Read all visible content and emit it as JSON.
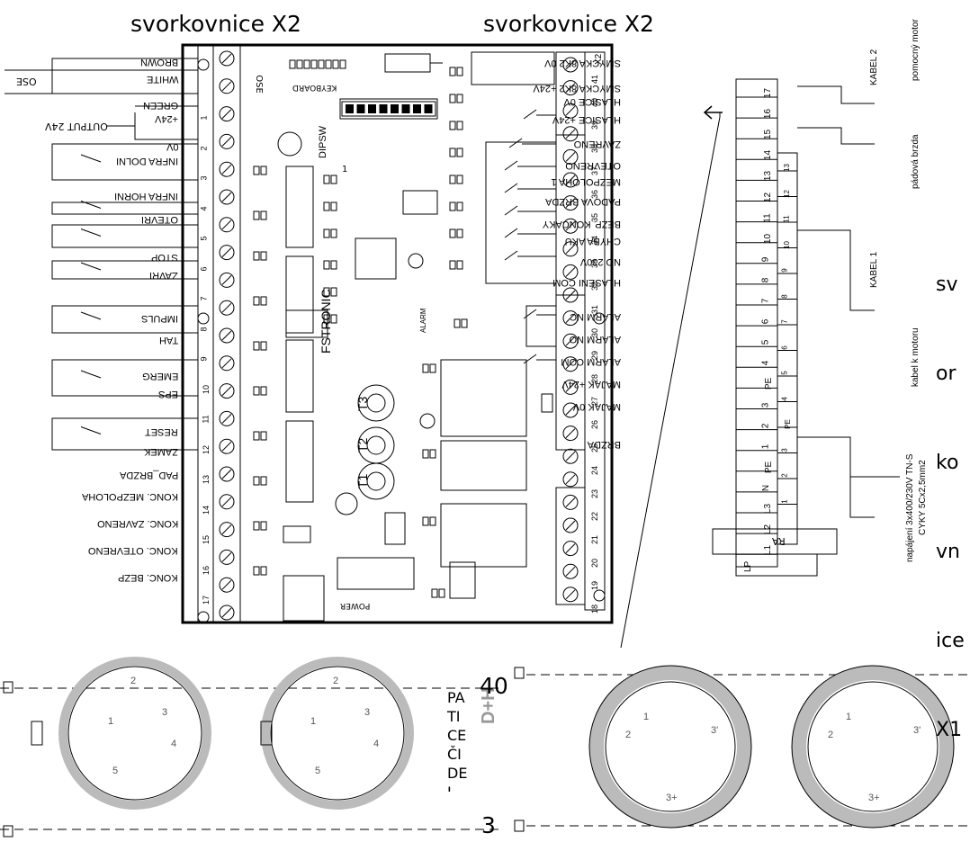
{
  "headings": {
    "left": "svorkovnice X2",
    "right": "svorkovnice X2"
  },
  "side_label_x1": [
    "sv",
    "or",
    "ko",
    "vn",
    "ice",
    "X1"
  ],
  "left_terminals": [
    "BROWN",
    "WHITE",
    "GREEN",
    "+24V",
    "0V",
    "INFRA DOLNI",
    "INFRA HORNI",
    "OTEVRI",
    "STOP",
    "ZAVRI",
    "IMPULS",
    "TAH",
    "EMERG",
    "EPS",
    "RESET",
    "ZAMEK",
    "PAD_BRZDA",
    "KONC. MEZPOLOHA",
    "KONC. ZAVRENO",
    "KONC. OTEVRENO",
    "KONC. BEZP"
  ],
  "left_extra": {
    "ose": "OSE",
    "output": "OUTPUT 24V"
  },
  "left_pin_numbers": [
    "1",
    "2",
    "3",
    "4",
    "5",
    "6",
    "7",
    "8",
    "9",
    "10",
    "11",
    "12",
    "13",
    "14",
    "15",
    "16",
    "17"
  ],
  "right_terminals": [
    "SMYCKA 8K2 0V",
    "SMYCKA 8K2 +24V",
    "HLASICE 0V",
    "HLASICE +24V",
    "ZAVRENO",
    "OTEVRENO",
    "MEZPOLOHA 1",
    "PADOVA BRZDA",
    "BEZP. KONCAKY",
    "CHYBA AKU",
    "NO 230V",
    "HLASENI COM",
    "ALARM NC",
    "ALARM NO",
    "ALARM COM",
    "MAJAK +24V",
    "MAJAK 0V",
    "BRZDA"
  ],
  "right_pin_numbers": [
    "41",
    "40",
    "39",
    "38",
    "37",
    "36",
    "35",
    "34",
    "33",
    "32",
    "31",
    "30",
    "29",
    "28",
    "27",
    "26",
    "25",
    "24",
    "23",
    "22",
    "21",
    "20",
    "19",
    "18"
  ],
  "board": {
    "brand": "FSTRONIC",
    "dipsw": "DIPSW",
    "keyboard": "KEYBOARD",
    "power": "POWER",
    "ose": "OSE",
    "alarm": "ALARM",
    "trimmers": [
      "T3",
      "T2",
      "T1"
    ],
    "x2": "X2",
    "dip_one": "1"
  },
  "cable_block": {
    "kabel2": "KABEL 2",
    "kabel1": "KABEL 1",
    "pomocny_motor": "pomocný motor",
    "padova_brzda": "pádová brzda",
    "kabel_k_motoru": "kabel k motoru",
    "supply_1": "napájení 3x400/230V TN-S",
    "supply_2": "CYKY 5Cx2,5mm2",
    "upper_numbers": [
      "17",
      "16",
      "15",
      "14",
      "13",
      "12",
      "11",
      "10",
      "9",
      "8",
      "7",
      "6",
      "5",
      "4",
      "PE",
      "3",
      "2",
      "1",
      "PE",
      "N",
      "L3",
      "L2",
      "L1"
    ],
    "inner_numbers": [
      "13",
      "12",
      "11",
      "10",
      "9",
      "8",
      "7",
      "6",
      "5",
      "4",
      "PE",
      "3",
      "2",
      "1"
    ],
    "breaker": "RA",
    "lp": "LP"
  },
  "bottom": {
    "patice": [
      "PA",
      "TI",
      "CE",
      "ČI",
      "DE",
      "I"
    ],
    "dh": "D+H",
    "n40": "40",
    "n3": "3",
    "detector_numbers": [
      "1",
      "2",
      "3",
      "4",
      "5"
    ],
    "ring_numbers": [
      "1",
      "2",
      "3'",
      "3+"
    ]
  },
  "icons": [
    "arrow-left-icon",
    "screw-terminal-icon"
  ]
}
